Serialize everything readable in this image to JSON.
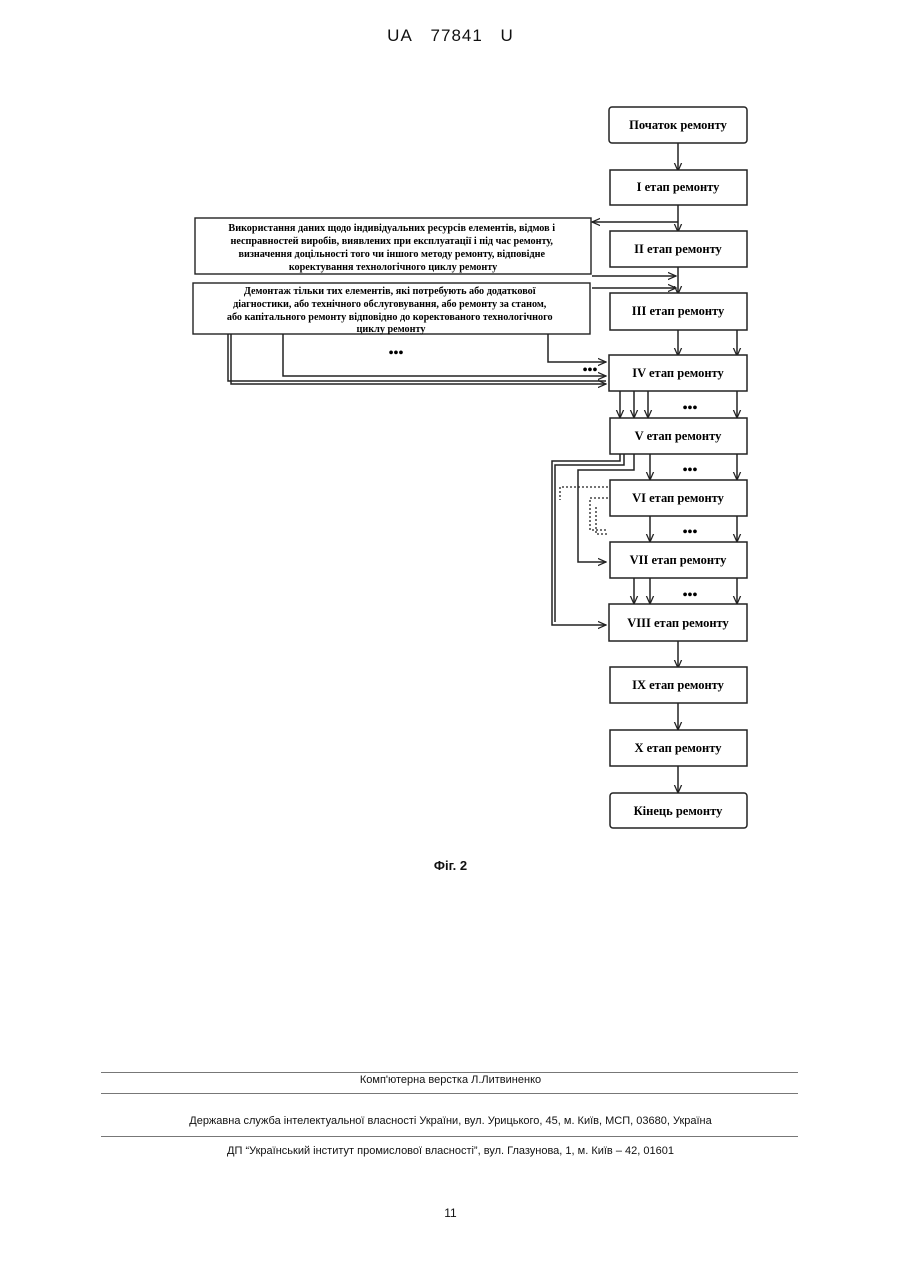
{
  "header": {
    "country": "UA",
    "number": "77841",
    "kind": "U"
  },
  "diagram": {
    "stages": [
      "Початок ремонту",
      "I етап ремонту",
      "II етап ремонту",
      "III етап ремонту",
      "IV етап ремонту",
      "V етап ремонту",
      "VI етап ремонту",
      "VII етап ремонту",
      "VIII етап ремонту",
      "IX етап ремонту",
      "X етап ремонту",
      "Кінець ремонту"
    ],
    "note1_lines": [
      "Використання даних щодо індивідуальних ресурсів елементів, відмов і",
      "несправностей виробів, виявлених при експлуатації і під час ремонту,",
      "визначення доцільності того чи іншого методу ремонту, відповідне",
      "коректування технологічного циклу ремонту"
    ],
    "note2_lines": [
      "Демонтаж тільки тих елементів, які потребують або додаткової",
      "діагностики, або технічного обслуговування, або ремонту за станом,",
      "або капітального ремонту відповідно до коректованого технологічного",
      "циклу ремонту"
    ],
    "ellipsis": "•••"
  },
  "caption": "Фіг. 2",
  "footer": {
    "typesetting": "Комп'ютерна верстка Л.Литвиненко",
    "agency": "Державна служба інтелектуальної власності України, вул. Урицького, 45, м. Київ, МСП, 03680, Україна",
    "institute": "ДП “Український інститут промислової власності”, вул. Глазунова, 1, м. Київ – 42, 01601"
  },
  "page_number": "11"
}
